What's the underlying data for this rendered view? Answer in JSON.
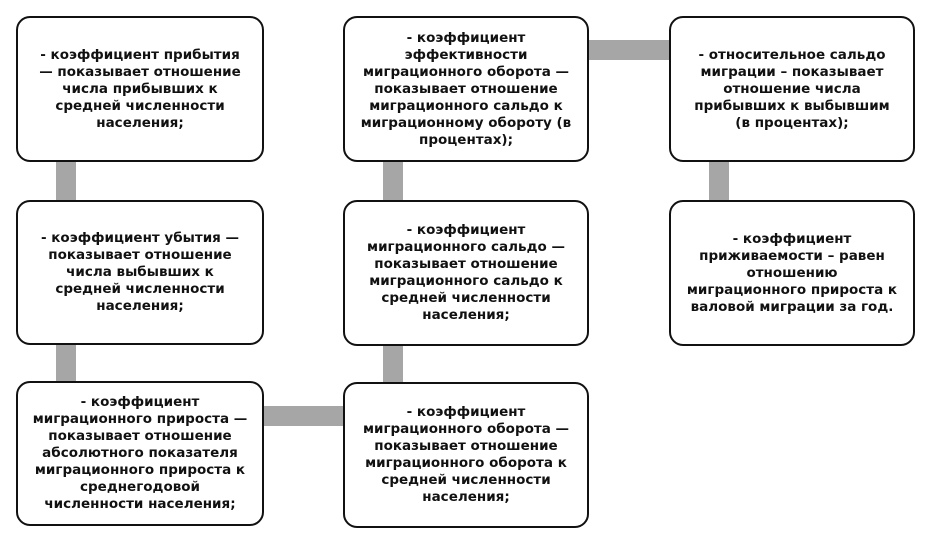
{
  "boxes": [
    {
      "id": "arrival",
      "text": "- коэффициент прибытия — показывает отношение числа прибывших к средней численности населения;"
    },
    {
      "id": "departure",
      "text": "- коэффициент убытия — показывает отношение числа выбывших к средней численности населения;"
    },
    {
      "id": "migration-growth",
      "text": "- коэффициент миграционного прироста — показывает отношение абсолютного показателя миграционного прироста к среднегодовой численности населения;"
    },
    {
      "id": "turnover-efficiency",
      "text": "- коэффициент эффективности миграционного оборота — показывает отношение миграционного сальдо к миграционному обороту (в процентах);"
    },
    {
      "id": "migration-balance",
      "text": "- коэффициент миграционного сальдо — показывает отношение миграционного сальдо к средней численности населения;"
    },
    {
      "id": "migration-turnover",
      "text": "- коэффициент миграционного оборота — показывает отношение миграционного оборота к средней численности населения;"
    },
    {
      "id": "relative-balance",
      "text": "- относительное сальдо миграции – показывает отношение числа прибывших к выбывшим (в процентах);"
    },
    {
      "id": "survival",
      "text": "- коэффициент приживаемости – равен отношению миграционного прироста к валовой миграции за год."
    }
  ],
  "colors": {
    "connector": "#a6a6a6",
    "border": "#111111",
    "text": "#111111",
    "background": "#ffffff"
  }
}
